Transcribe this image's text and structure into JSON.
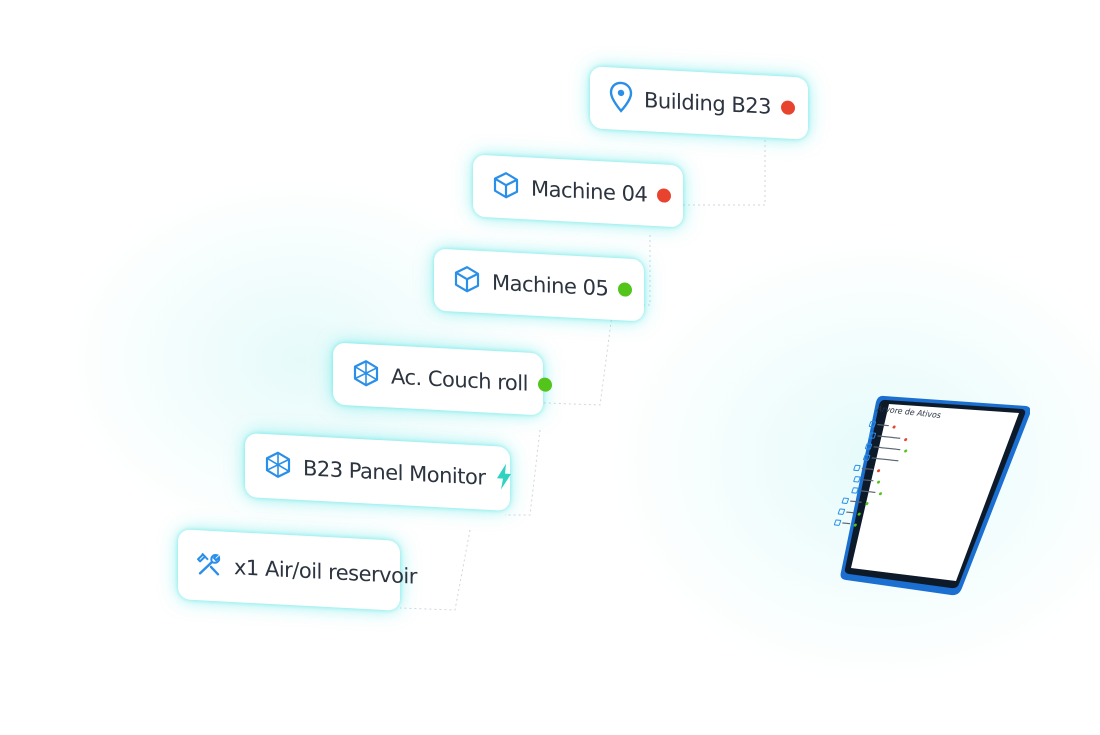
{
  "tree": {
    "nodes": [
      {
        "label": "Building B23",
        "icon": "location-pin-icon",
        "status": "red"
      },
      {
        "label": "Machine 04",
        "icon": "cube-icon",
        "status": "red"
      },
      {
        "label": "Machine 05",
        "icon": "cube-icon",
        "status": "green"
      },
      {
        "label": "Ac. Couch roll",
        "icon": "component-icon",
        "status": "green"
      },
      {
        "label": "B23 Panel Monitor",
        "icon": "component-icon",
        "status": "lightning"
      },
      {
        "label": "x1 Air/oil reservoir",
        "icon": "tools-icon",
        "status": "none"
      }
    ]
  },
  "phone": {
    "title": "Árvore de Ativos"
  },
  "colors": {
    "accent_blue": "#2a8fe8",
    "status_red": "#e8432f",
    "status_green": "#52c41a",
    "lightning": "#2fd3c0",
    "glow": "#46e1e1"
  }
}
